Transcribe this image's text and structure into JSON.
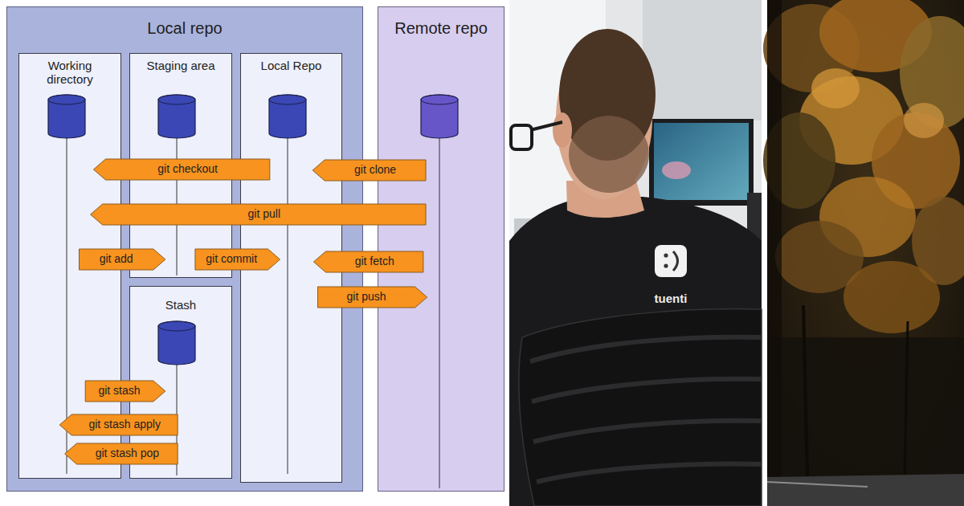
{
  "diagram": {
    "nodes": [
      {
        "text": [
          "Local repo"
        ]
      },
      {
        "text": [
          "Working directory"
        ],
        "in": 0
      },
      {
        "text": [
          "Staging area"
        ],
        "in": 0
      },
      {
        "text": [
          "Local Repo"
        ],
        "in": 0
      },
      {
        "text": [
          "Stash"
        ],
        "in": 0
      },
      {
        "text": [
          "Remote repo"
        ]
      }
    ],
    "edges": [
      {
        "from": 3,
        "to": 1,
        "arrow": "to",
        "label": "git checkout"
      },
      {
        "from": 5,
        "to": 3,
        "arrow": "to",
        "label": "git clone"
      },
      {
        "from": 5,
        "to": 1,
        "arrow": "to",
        "label": "git pull"
      },
      {
        "from": 1,
        "to": 2,
        "arrow": "to",
        "label": "git add"
      },
      {
        "from": 2,
        "to": 3,
        "arrow": "to",
        "label": "git commit"
      },
      {
        "from": 5,
        "to": 3,
        "arrow": "to",
        "label": "git fetch"
      },
      {
        "from": 3,
        "to": 5,
        "arrow": "to",
        "label": "git push"
      },
      {
        "from": 1,
        "to": 4,
        "arrow": "to",
        "label": "git stash"
      },
      {
        "from": 4,
        "to": 1,
        "arrow": "to",
        "label": "git stash apply"
      },
      {
        "from": 4,
        "to": 1,
        "arrow": "to",
        "label": "git stash pop"
      }
    ],
    "labels": [
      "tuenti"
    ]
  }
}
